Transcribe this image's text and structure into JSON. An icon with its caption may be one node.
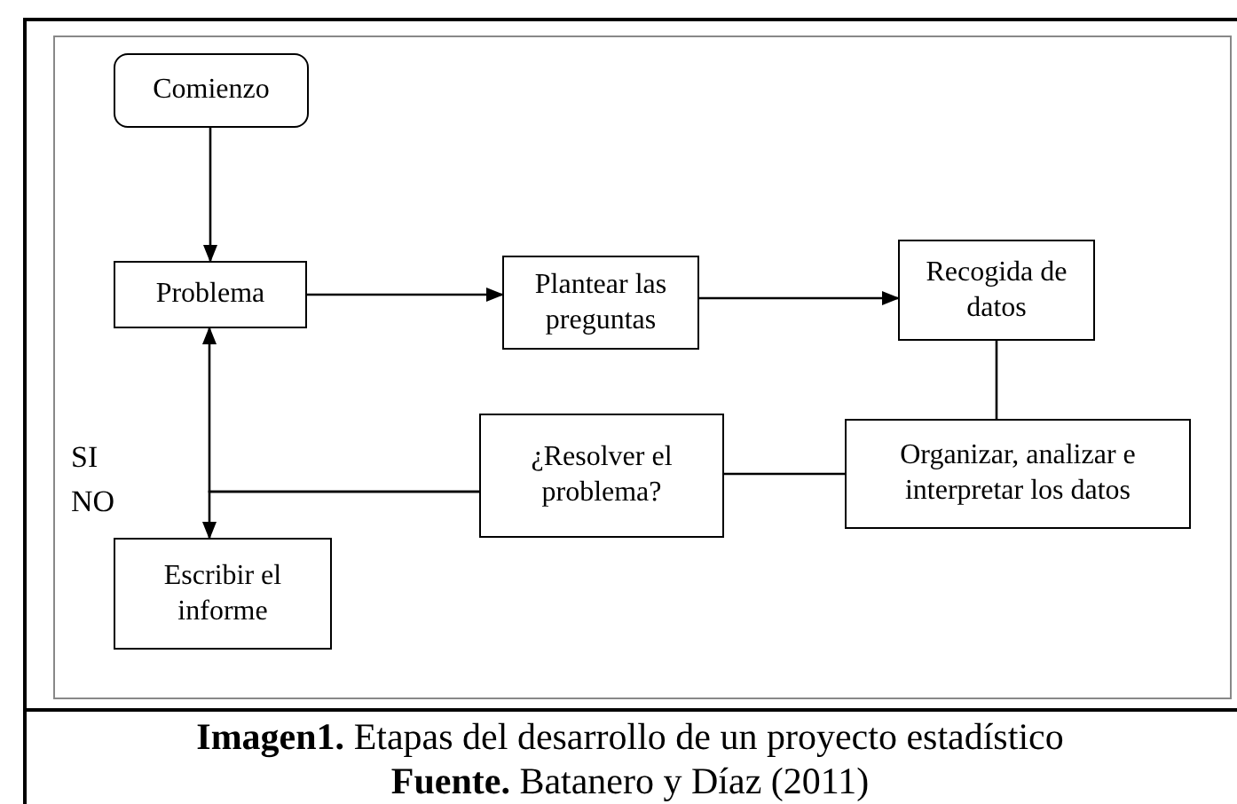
{
  "diagram": {
    "caption": "**Imagen1.** Etapas del desarrollo de un proyecto estadístico",
    "nodes": [
      {
        "text": [
          "Comienzo"
        ]
      },
      {
        "text": [
          "Problema"
        ]
      },
      {
        "text": [
          "Plantear las preguntas"
        ]
      },
      {
        "text": [
          "Recogida de datos"
        ]
      },
      {
        "text": [
          "Organizar, analizar e interpretar los datos"
        ]
      },
      {
        "text": [
          "¿Resolver el problema?"
        ]
      },
      {
        "text": [
          "Escribir el informe"
        ]
      }
    ],
    "edges": [
      {
        "from": 0,
        "to": 1,
        "arrow": "to"
      },
      {
        "from": 1,
        "to": 2,
        "arrow": "to"
      },
      {
        "from": 2,
        "to": 3,
        "arrow": "to"
      },
      {
        "from": 3,
        "to": 4,
        "arrow": "none"
      },
      {
        "from": 4,
        "to": 5,
        "arrow": "none"
      },
      {
        "from": 5,
        "to": 1,
        "arrow": "to"
      },
      {
        "from": 5,
        "to": 6,
        "arrow": "to"
      }
    ],
    "labels": [
      "SI",
      "NO",
      "**Fuente.** Batanero y Díaz (2011)"
    ]
  }
}
